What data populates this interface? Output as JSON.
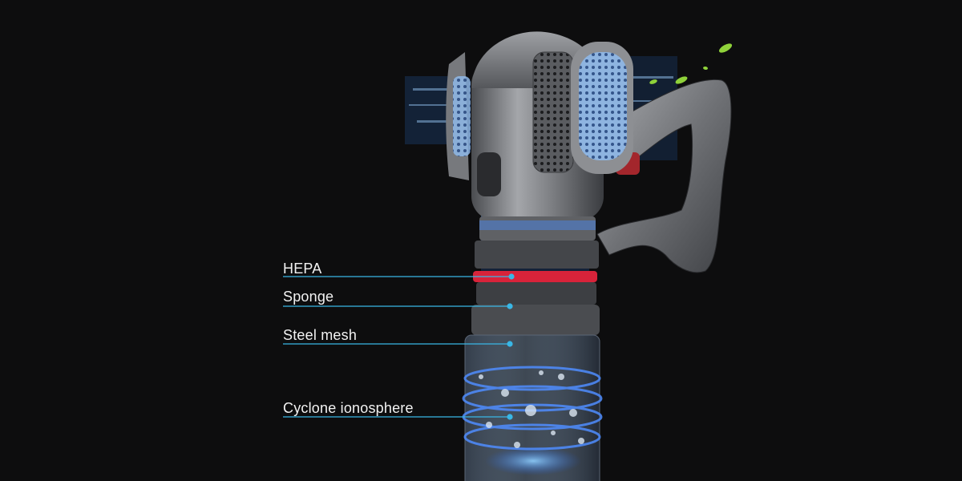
{
  "callouts": [
    {
      "label": "HEPA"
    },
    {
      "label": "Sponge"
    },
    {
      "label": "Steel mesh"
    },
    {
      "label": "Cyclone ionosphere"
    }
  ],
  "colors": {
    "background": "#0d0d0e",
    "callout_line": "#39b7e6",
    "body_metal": "#7e8084",
    "airflow": "#3a8fff",
    "hepa_ring": "#d8233a",
    "leaf": "#8fd23a"
  }
}
